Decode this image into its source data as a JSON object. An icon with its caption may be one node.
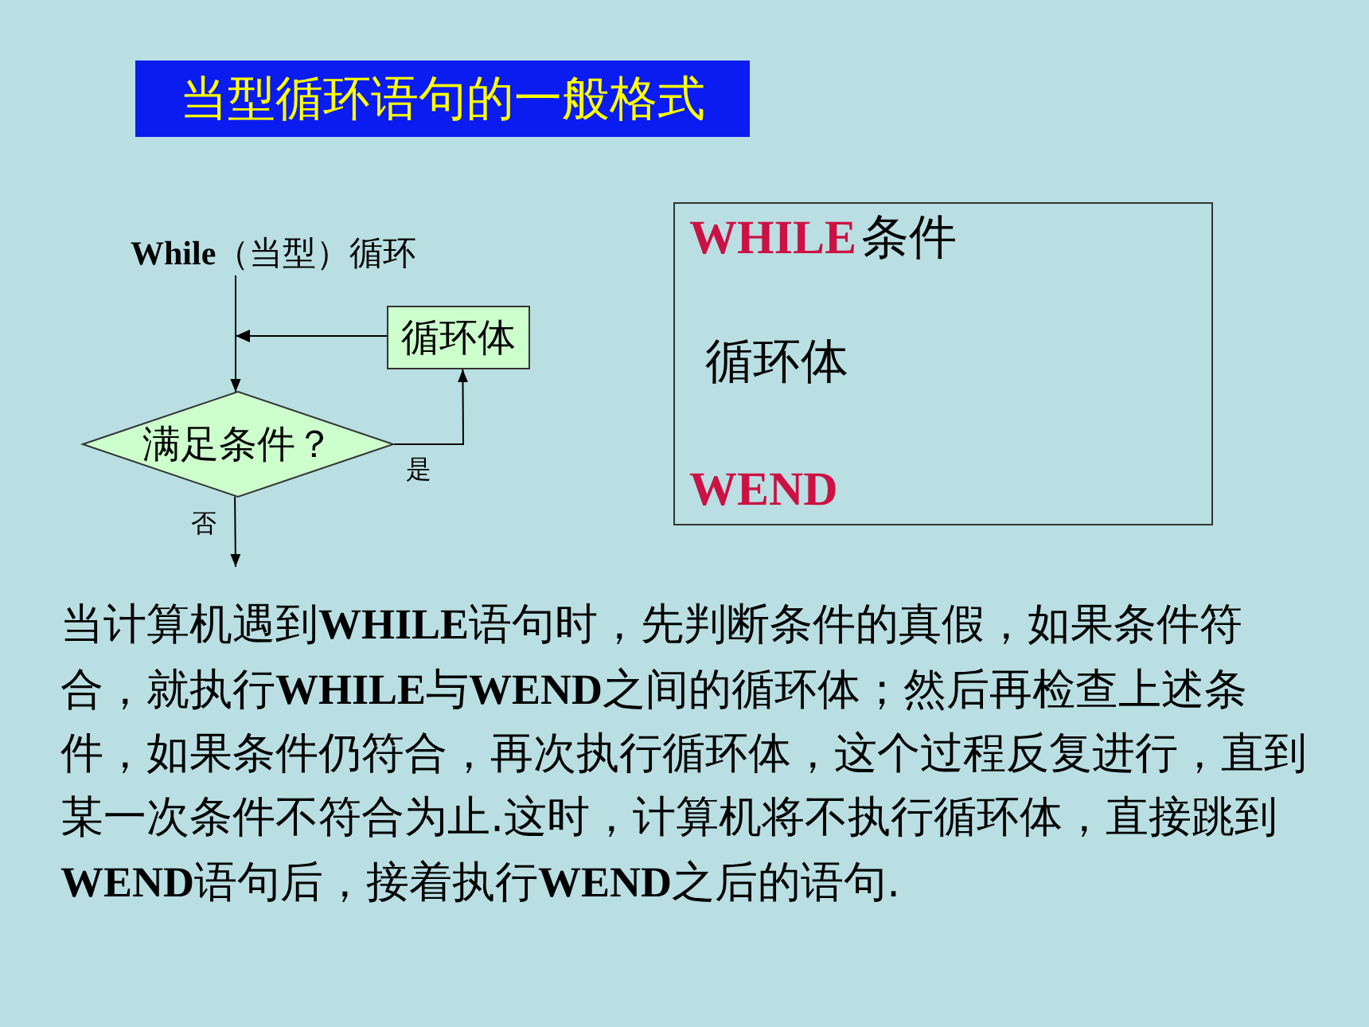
{
  "diagram": {
    "nodes": [
      {
        "text": [
          "当型循环语句的一般格式"
        ]
      },
      {
        "text": [
          "While（当型）循环"
        ]
      },
      {
        "text": [
          "循环体"
        ]
      },
      {
        "text": [
          "满足条件？"
        ]
      },
      {
        "text": [
          "WHILE",
          "条件",
          "循环体",
          "WEND"
        ]
      }
    ],
    "edges": [
      {
        "from": 1,
        "to": 3,
        "arrow": "to"
      },
      {
        "from": 2,
        "to": 3,
        "arrow": "to"
      },
      {
        "from": 3,
        "to": 2,
        "arrow": "to",
        "label": "是"
      },
      {
        "from": 3,
        "to": null,
        "arrow": "to",
        "label": "否"
      }
    ],
    "labels": [
      "当计算机遇到**WHILE**语句时，先判断条件的真假，如果条件符合，就执行**WHILE**与**WEND**之间的循环体；然后再检查上述条件，如果条件仍符合，再次执行循环体，这个过程反复进行，直到某一次条件不符合为止.这时，计算机将不执行循环体，直接跳到**WEND**语句后，接着执行**WEND**之后的语句."
    ]
  }
}
